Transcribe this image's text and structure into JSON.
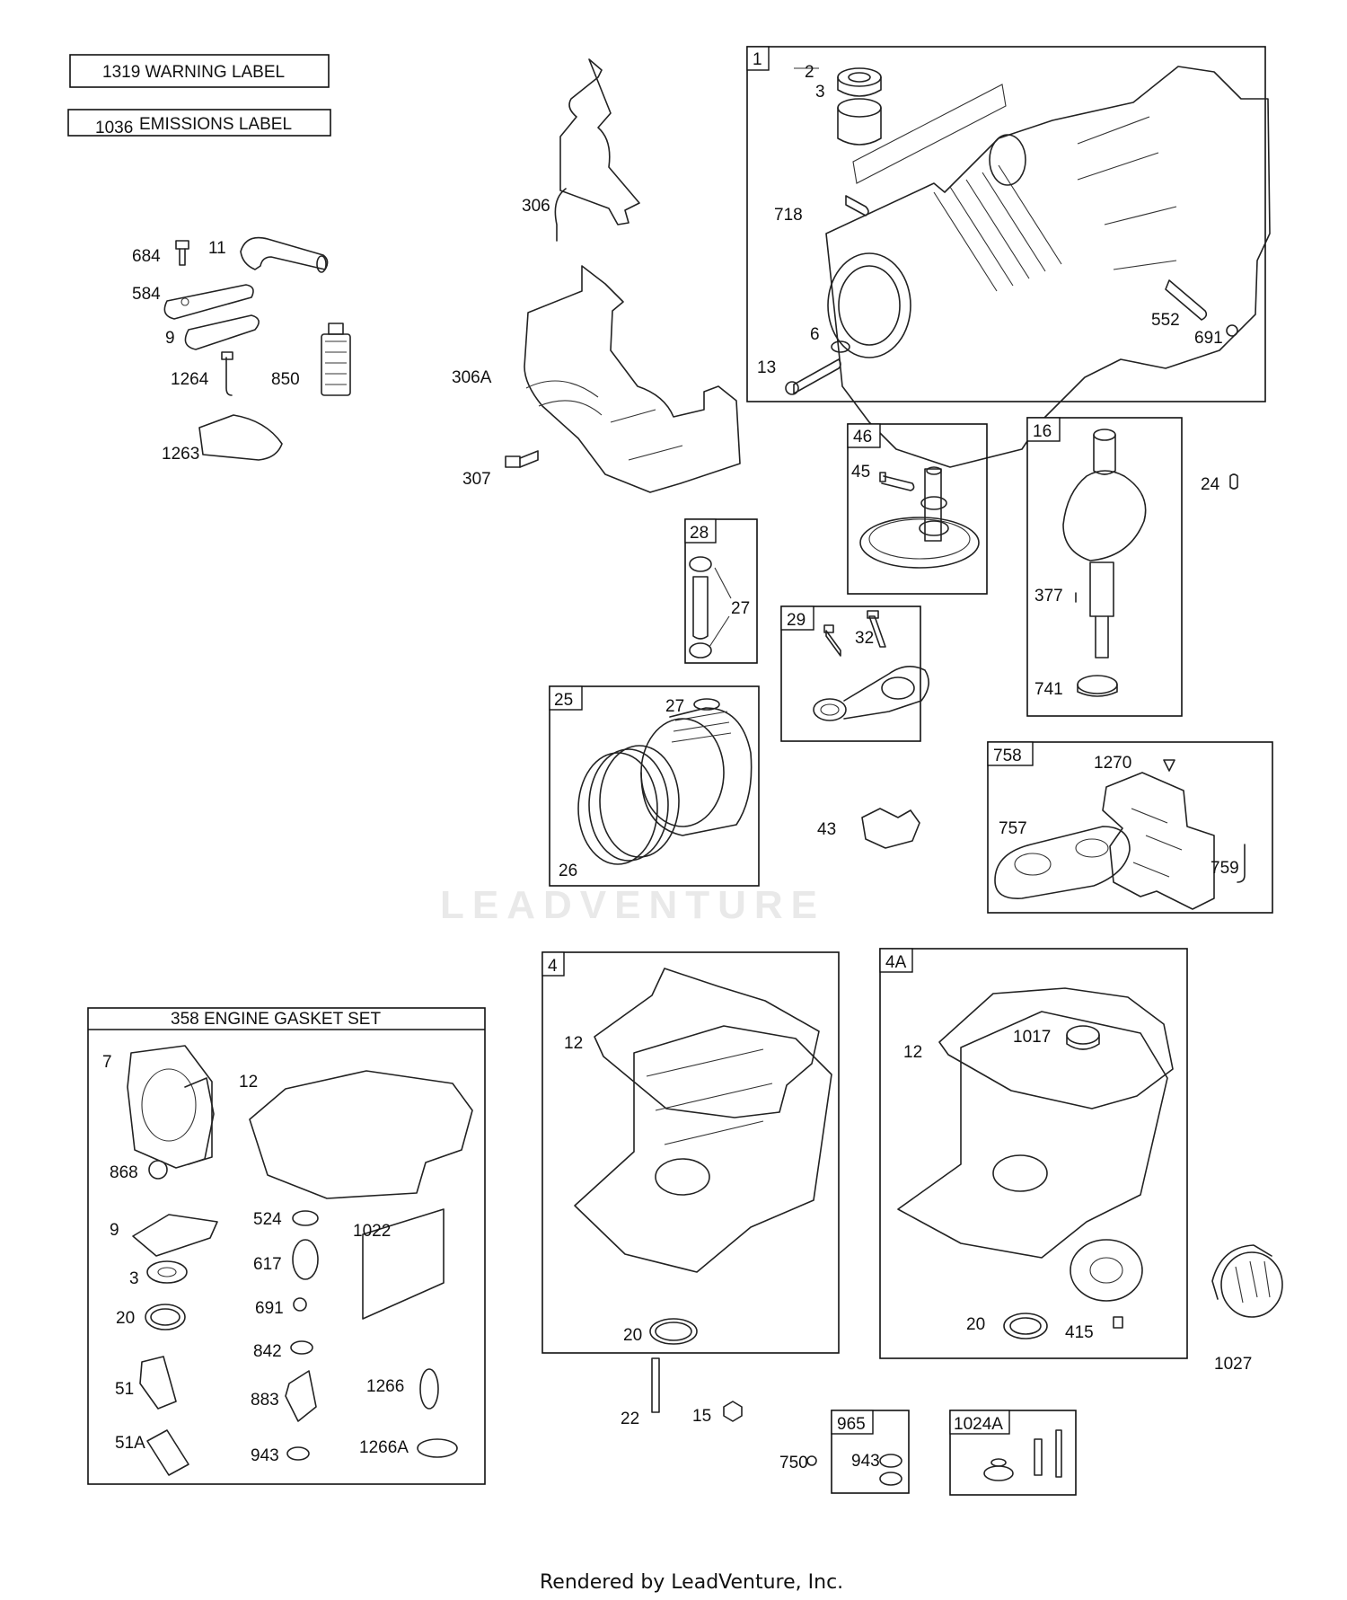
{
  "header_labels": {
    "warning": "1319 WARNING LABEL",
    "emissions_num": "1036",
    "emissions_text": "EMISSIONS LABEL"
  },
  "gasket_set": {
    "title": "358 ENGINE GASKET SET"
  },
  "box_tags": {
    "b1": "1",
    "b46": "46",
    "b16": "16",
    "b28": "28",
    "b29": "29",
    "b25": "25",
    "b758": "758",
    "b4": "4",
    "b4a": "4A",
    "b965": "965",
    "b1024a": "1024A"
  },
  "part_labels": {
    "p684": "684",
    "p11": "11",
    "p584": "584",
    "p9a": "9",
    "p1264": "1264",
    "p850": "850",
    "p1263": "1263",
    "p306": "306",
    "p306a": "306A",
    "p307": "307",
    "p2": "2",
    "p3a": "3",
    "p718": "718",
    "p6": "6",
    "p13": "13",
    "p552": "552",
    "p691a": "691",
    "p45": "45",
    "p24": "24",
    "p377": "377",
    "p741": "741",
    "p27a": "27",
    "p32": "32",
    "p27b": "27",
    "p26": "26",
    "p43": "43",
    "p1270": "1270",
    "p757": "757",
    "p759": "759",
    "g7": "7",
    "g12": "12",
    "g868": "868",
    "g9": "9",
    "g524": "524",
    "g1022": "1022",
    "g3": "3",
    "g617": "617",
    "g20": "20",
    "g691": "691",
    "g842": "842",
    "g51": "51",
    "g883": "883",
    "g1266": "1266",
    "g51a": "51A",
    "g943": "943",
    "g1266a": "1266A",
    "p12a": "12",
    "p20a": "20",
    "p12b": "12",
    "p1017": "1017",
    "p20b": "20",
    "p415": "415",
    "p1027": "1027",
    "p22": "22",
    "p15": "15",
    "p750": "750",
    "p943b": "943"
  },
  "watermark": "LEADVENTURE",
  "footer": "Rendered by LeadVenture, Inc."
}
